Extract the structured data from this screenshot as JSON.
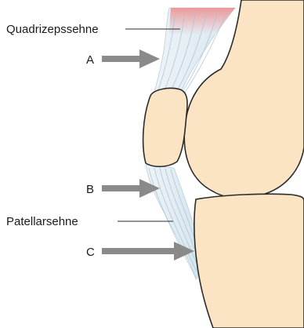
{
  "labels": {
    "quadriceps_tendon": "Quadrizepssehne",
    "patellar_tendon": "Patellarsehne",
    "arrow_a": "A",
    "arrow_b": "B",
    "arrow_c": "C"
  },
  "colors": {
    "bone_fill": "#fbe4c4",
    "bone_stroke": "#2b2b2b",
    "tendon_fill": "#e3eef5",
    "tendon_fiber": "#9cb9cc",
    "muscle_fill": "#f08f8f",
    "arrow_fill": "#8a8a8a",
    "leader_line": "#2b2b2b",
    "text": "#1a1a1a"
  }
}
